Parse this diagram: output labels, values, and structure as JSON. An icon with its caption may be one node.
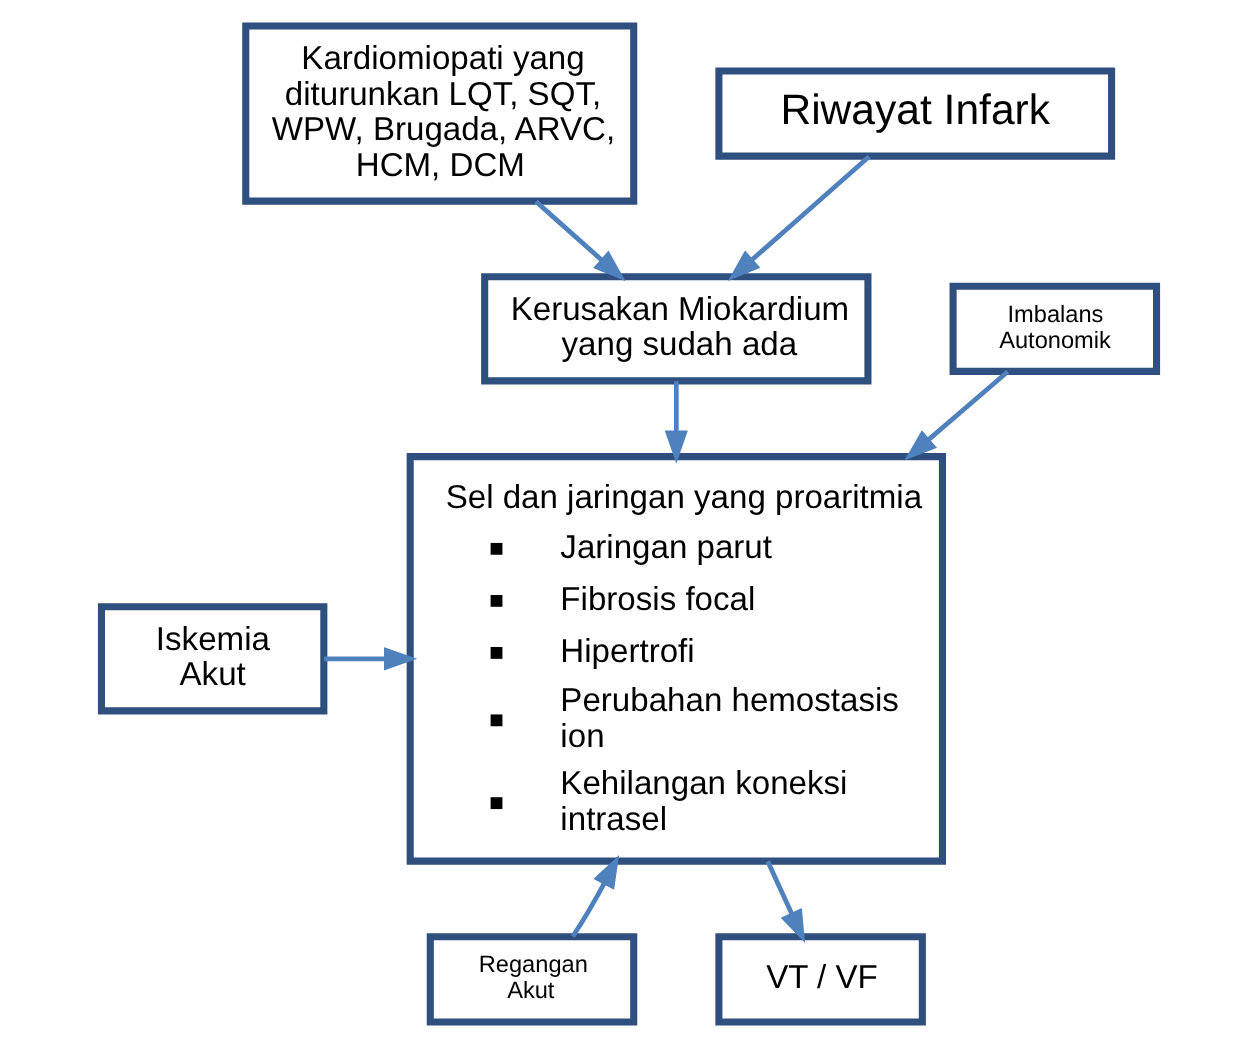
{
  "diagram": {
    "nodes": [
      {
        "text": [
          "Kardiomiopati yang diturunkan LQT, SQT, WPW, Brugada, ARVC, HCM, DCM"
        ]
      },
      {
        "text": [
          "Riwayat Infark"
        ]
      },
      {
        "text": [
          "Kerusakan Miokardium yang sudah ada"
        ]
      },
      {
        "text": [
          "Imbalans Autonomik"
        ]
      },
      {
        "text": [
          "Sel dan jaringan yang proaritmia",
          "Jaringan parut",
          "Fibrosis focal",
          "Hipertrofi",
          "Perubahan hemostasis ion",
          "Kehilangan koneksi intrasel"
        ]
      },
      {
        "text": [
          "Iskemia Akut"
        ]
      },
      {
        "text": [
          "Regangan Akut"
        ]
      },
      {
        "text": [
          "VT / VF"
        ]
      }
    ],
    "edges": [
      {
        "from": 0,
        "to": 2,
        "arrow": "to"
      },
      {
        "from": 1,
        "to": 2,
        "arrow": "to"
      },
      {
        "from": 2,
        "to": 4,
        "arrow": "to"
      },
      {
        "from": 3,
        "to": 4,
        "arrow": "to"
      },
      {
        "from": 5,
        "to": 4,
        "arrow": "to"
      },
      {
        "from": 6,
        "to": 4,
        "arrow": "to"
      },
      {
        "from": 4,
        "to": 7,
        "arrow": "to"
      }
    ]
  }
}
